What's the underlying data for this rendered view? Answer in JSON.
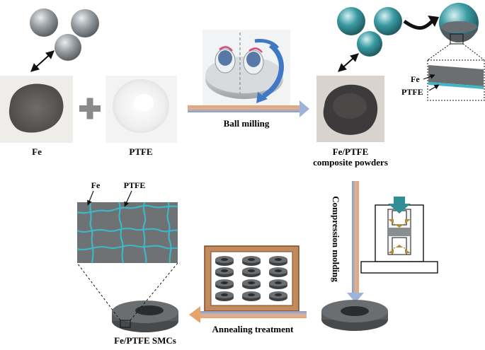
{
  "labels": {
    "fe": "Fe",
    "ptfe": "PTFE",
    "ball_milling": "Ball milling",
    "composite_line1": "Fe/PTFE",
    "composite_line2": "composite powders",
    "inset_fe": "Fe",
    "inset_ptfe": "PTFE",
    "compression_molding": "Compression molding",
    "annealing_treatment": "Annealing treatment",
    "final_product": "Fe/PTFE SMCs",
    "micro_fe": "Fe",
    "micro_ptfe": "PTFE"
  },
  "colors": {
    "iron_sphere": "#8f9498",
    "coated_sphere": "#2f8e96",
    "ptfe_layer": "#3fb6c6",
    "arrow_orange": "#e8a36c",
    "arrow_blue": "#7f9fcf",
    "furnace_frame": "#b87a4a",
    "ring_gray": "#585a5c"
  }
}
